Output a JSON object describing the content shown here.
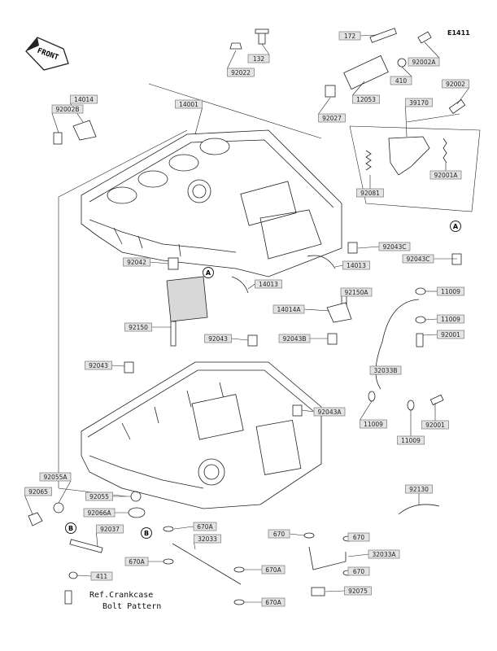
{
  "diagram": {
    "diagram_code": "E1411",
    "front_label": "FRONT",
    "ref_line1": "Ref.Crankcase",
    "ref_line2": "Bolt Pattern",
    "callouts": [
      "A",
      "A",
      "B",
      "B"
    ],
    "labels": [
      "172",
      "132",
      "92002A",
      "92022",
      "410",
      "12053",
      "92002",
      "14014",
      "14001",
      "92002B",
      "92027",
      "39170",
      "92001A",
      "92081",
      "92043C",
      "92043C",
      "92042",
      "14013",
      "14013",
      "11009",
      "92150A",
      "14014A",
      "11009",
      "92150",
      "92043",
      "92043B",
      "92001",
      "92043",
      "32033B",
      "92043A",
      "11009",
      "92001",
      "11009",
      "92055A",
      "92065",
      "92055",
      "92066A",
      "92130",
      "92037",
      "670A",
      "32033",
      "670A",
      "670",
      "670",
      "32033A",
      "411",
      "670A",
      "670",
      "670A",
      "92075"
    ]
  }
}
